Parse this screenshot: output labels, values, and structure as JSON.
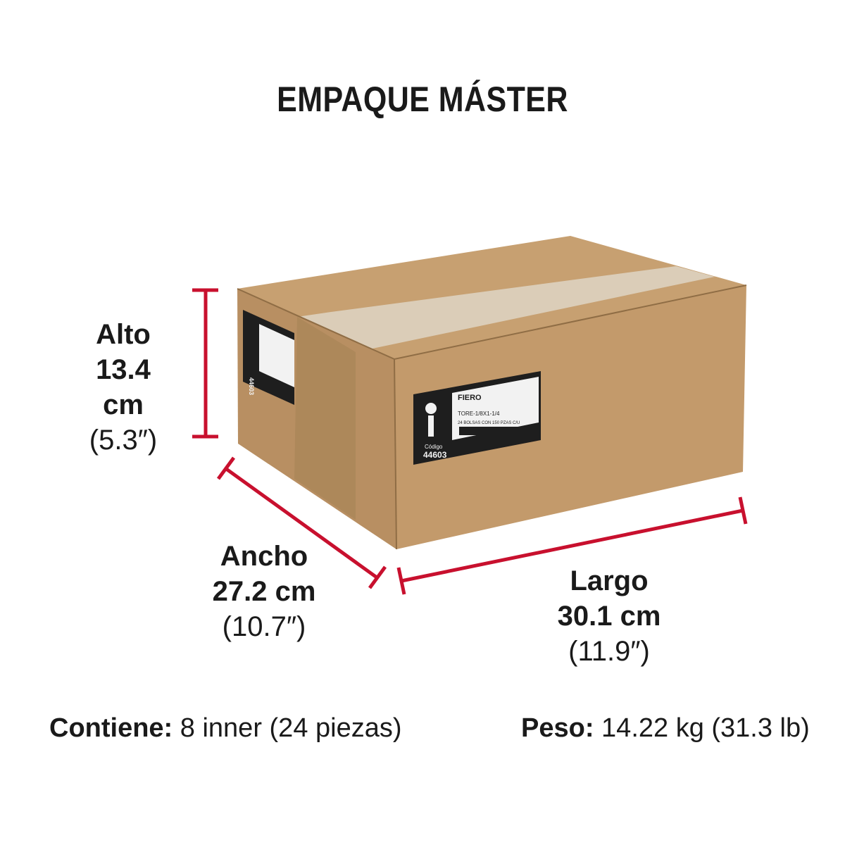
{
  "title": "EMPAQUE MÁSTER",
  "dimensions": {
    "alto": {
      "label": "Alto",
      "value": "13.4 cm",
      "inches": "(5.3″)"
    },
    "ancho": {
      "label": "Ancho",
      "value": "27.2 cm",
      "inches": "(10.7″)"
    },
    "largo": {
      "label": "Largo",
      "value": "30.1 cm",
      "inches": "(11.9″)"
    }
  },
  "contents": {
    "label": "Contiene:",
    "value": "8 inner (24 piezas)"
  },
  "weight": {
    "label": "Peso:",
    "value": "14.22 kg (31.3 lb)"
  },
  "box_label": {
    "brand": "FIERO",
    "code_label": "Código",
    "code": "44603",
    "model": "TORE-1/8X1-1/4",
    "contents": "24 BOLSAS CON 150 PZAS C/U"
  },
  "colors": {
    "accent": "#c8102e",
    "cardboard": "#c39a6b",
    "text": "#1a1a1a"
  }
}
